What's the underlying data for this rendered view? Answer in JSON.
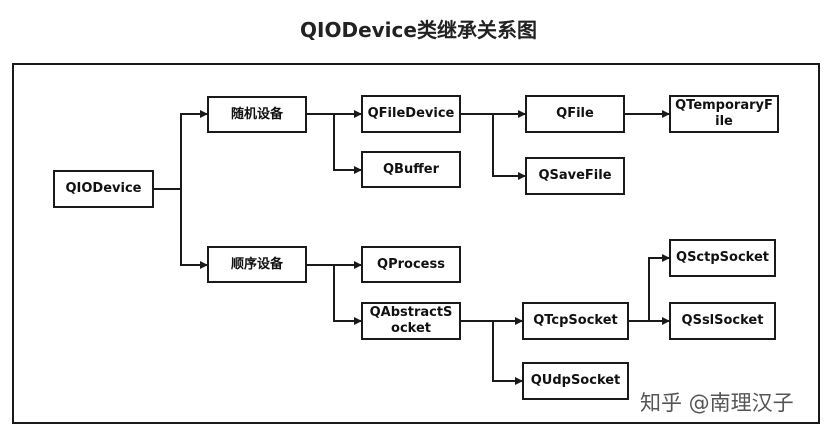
{
  "title": "QIODevice类继承关系图",
  "nodes": {
    "qiodevice": "QIODevice",
    "random_device": "随机设备",
    "sequential_device": "顺序设备",
    "qfiledevice": "QFileDevice",
    "qbuffer": "QBuffer",
    "qprocess": "QProcess",
    "qabstractsocket": "QAbstractSocket",
    "qfile": "QFile",
    "qsavefile": "QSaveFile",
    "qtemporaryfile": "QTemporaryFile",
    "qtcpsocket": "QTcpSocket",
    "qudpsocket": "QUdpSocket",
    "qsctpsocket": "QSctpSocket",
    "qsslsocket": "QSslSocket"
  },
  "watermark": "知乎 @南理汉子",
  "colors": {
    "line": "#1a1a1a",
    "text": "#111111"
  }
}
